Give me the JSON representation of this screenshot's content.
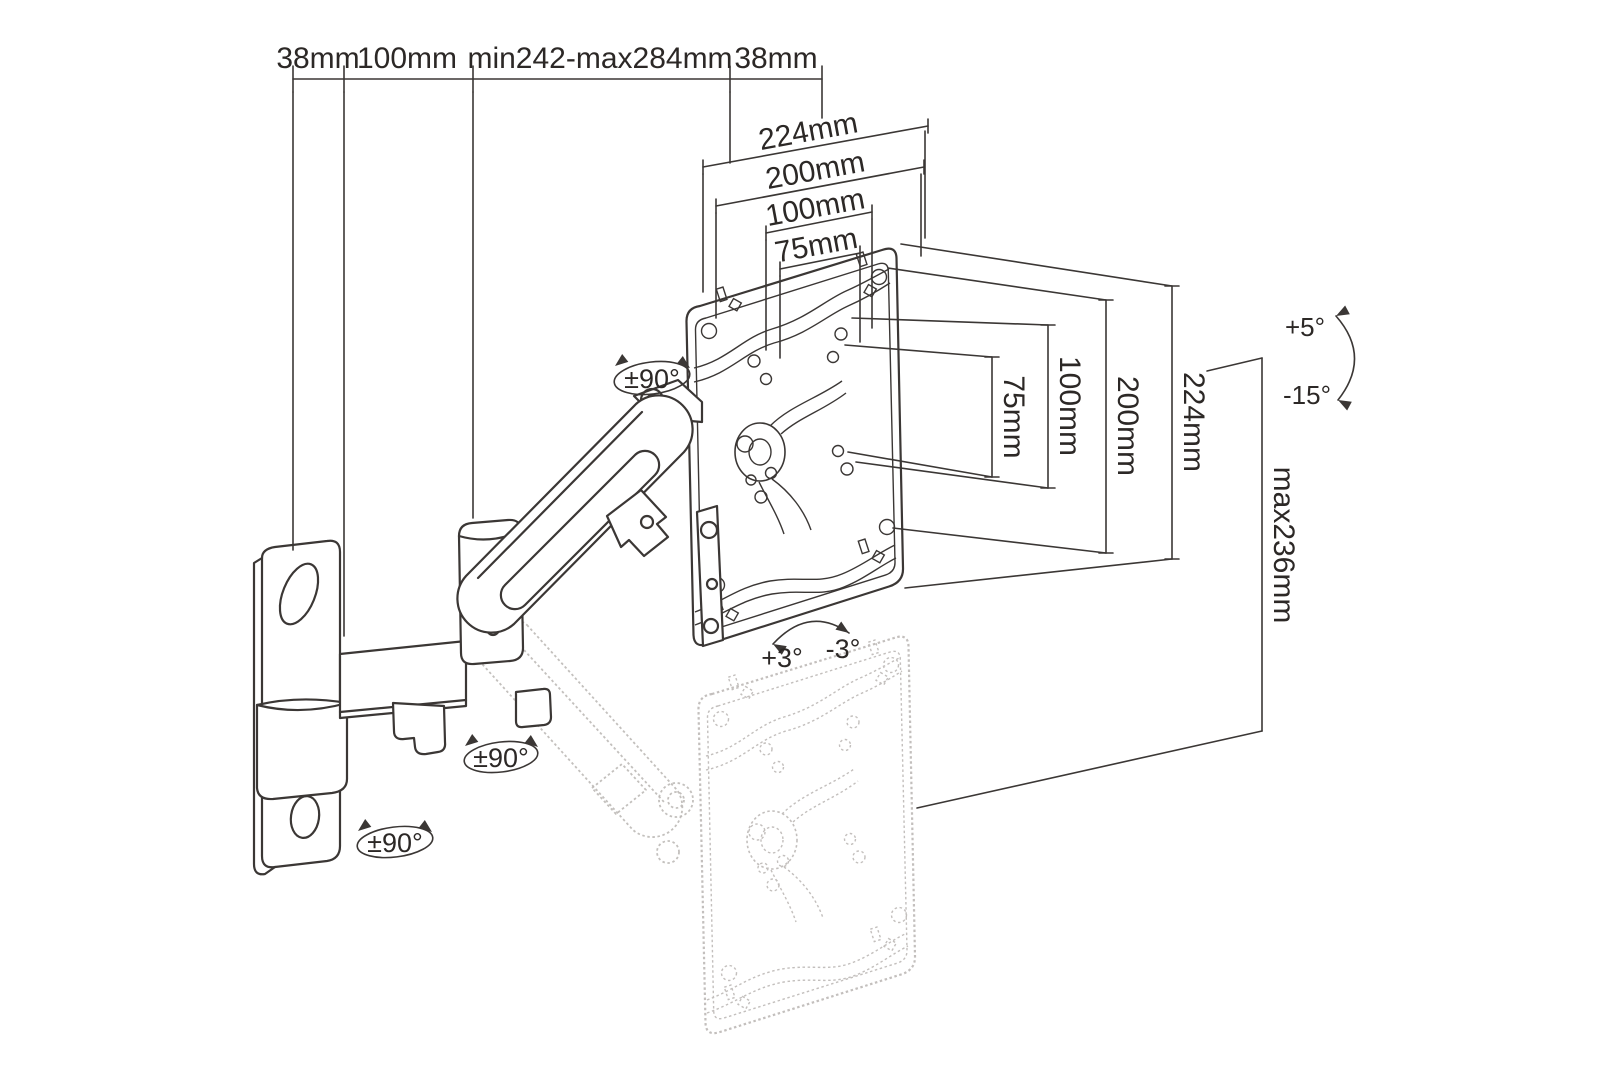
{
  "diagram_title": "Articulating TV wall mount dimensional drawing",
  "colors": {
    "background": "#ffffff",
    "line": "#3b3735",
    "text": "#2c2826",
    "ghost_line": "#bdb9b6"
  },
  "dimensions": {
    "top": [
      "38mm",
      "100mm",
      "min242-max284mm",
      "38mm"
    ],
    "vesa_width": [
      "224mm",
      "200mm",
      "100mm",
      "75mm"
    ],
    "vesa_height": [
      "75mm",
      "100mm",
      "200mm",
      "224mm"
    ],
    "height_range": "max236mm"
  },
  "angles": {
    "tilt_up": "+5°",
    "tilt_down": "-15°",
    "swivel_vesa": "±90°",
    "swivel_arm": "±90°",
    "swivel_wall": "±90°",
    "level_cw": "+3°",
    "level_ccw": "-3°"
  }
}
